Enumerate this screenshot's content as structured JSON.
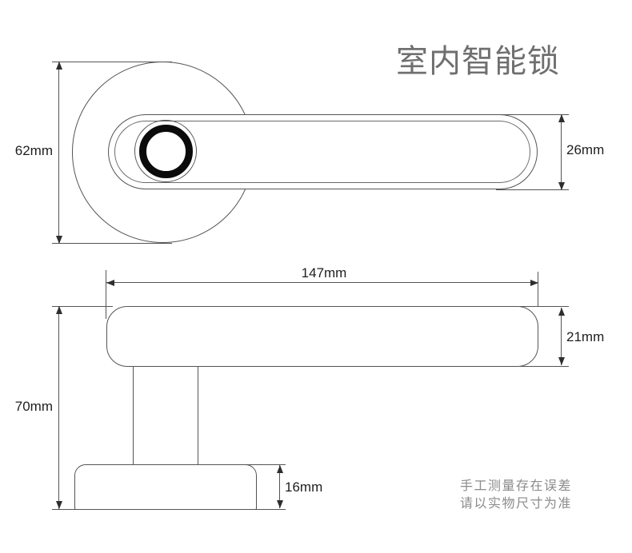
{
  "title": "室内智能锁",
  "dimensions": {
    "rose_diameter": "62mm",
    "handle_face_width": "26mm",
    "handle_length": "147mm",
    "total_height": "70mm",
    "handle_thickness": "21mm",
    "base_height": "16mm"
  },
  "note": {
    "line1": "手工测量存在误差",
    "line2": "请以实物尺寸为准"
  },
  "colors": {
    "line": "#545454",
    "arrow": "#2e2e2e",
    "dimension_text": "#1e1e1e",
    "title_text": "#6f6f6f",
    "note_text": "#8b8b8b",
    "fingerprint_ring": "#0b0b0b",
    "background": "#ffffff"
  }
}
